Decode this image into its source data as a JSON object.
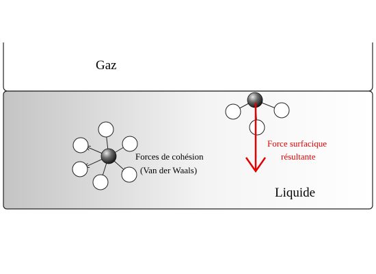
{
  "labels": {
    "gas": "Gaz",
    "liquid": "Liquide",
    "cohesion_line1": "Forces de cohésion",
    "cohesion_line2": "(Van der Waals)",
    "resultant_line1": "Force surfacique",
    "resultant_line2": "résultante"
  },
  "colors": {
    "resultant_force": "#e00000",
    "outline": "#222222",
    "liquid_light": "#ffffff",
    "liquid_dark": "#c8c8c8"
  }
}
